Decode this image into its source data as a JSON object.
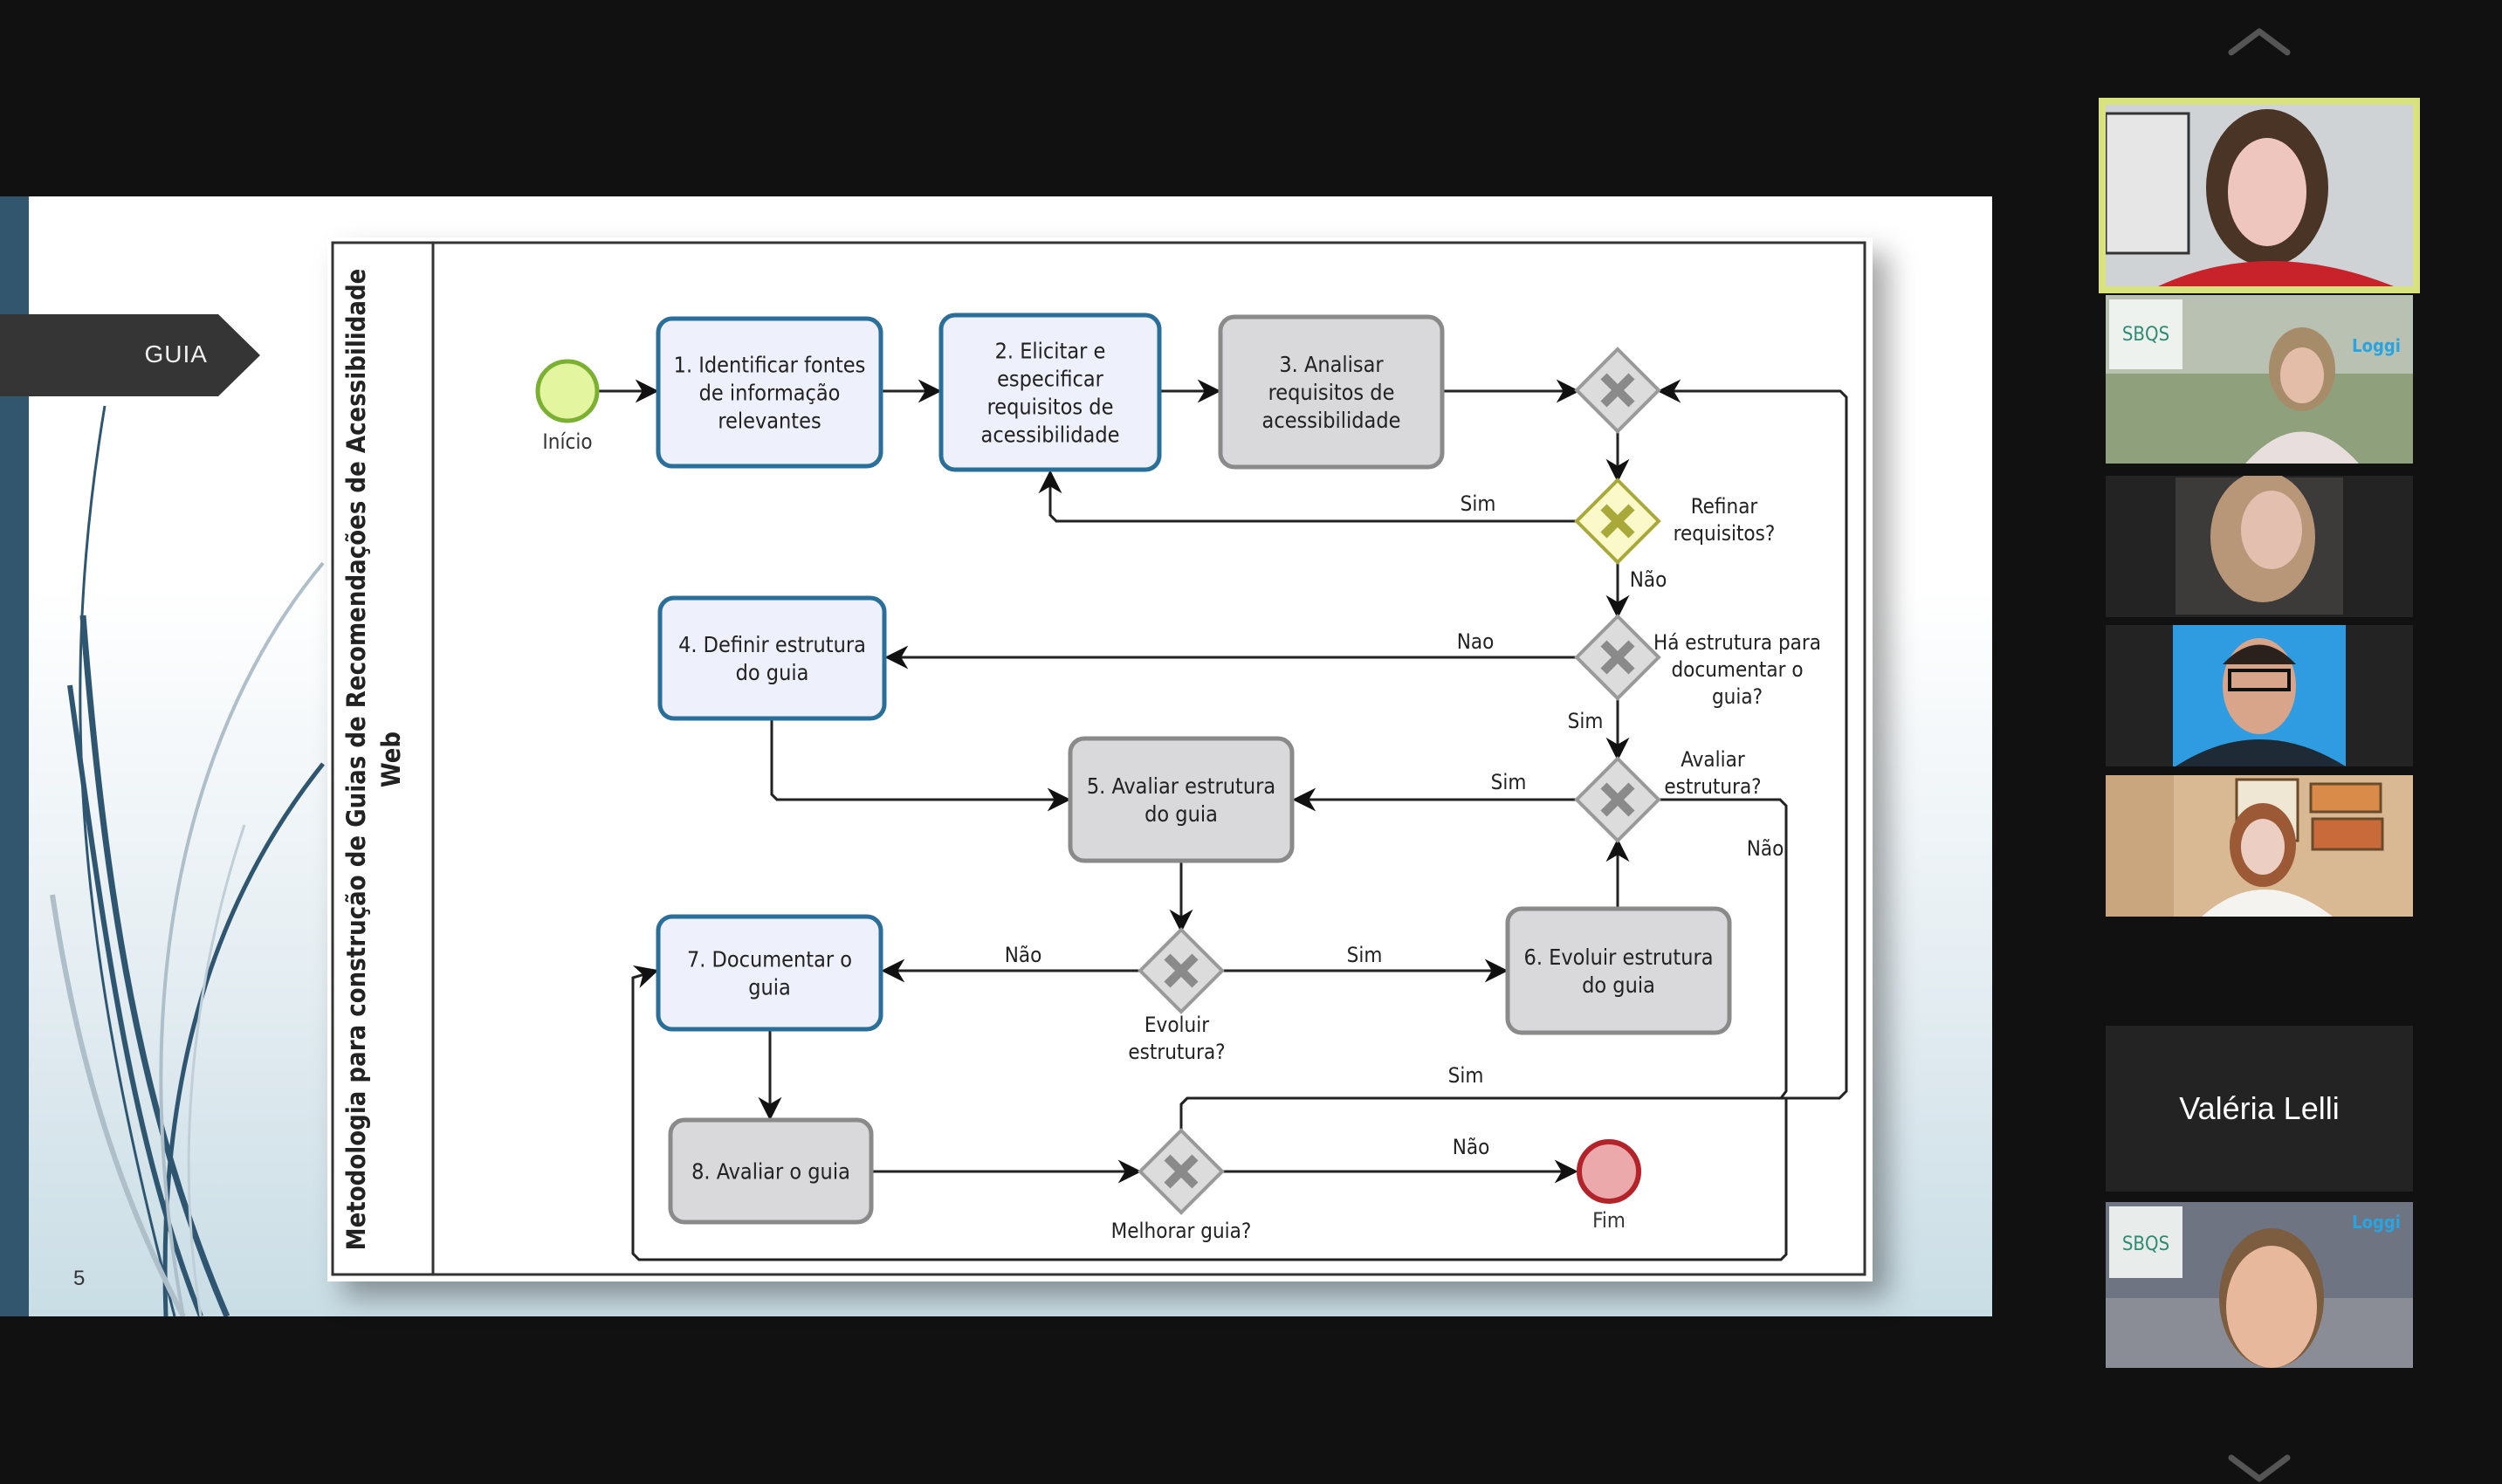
{
  "slide": {
    "section_tag": "GUIA",
    "page_number": "5",
    "diagram": {
      "lane_title_line1": "Metodologia para construção de Guias de Recomendações de Acessibilidade",
      "lane_title_line2": "Web",
      "start_label": "Início",
      "end_label": "Fim",
      "tasks": {
        "t1": [
          "1. Identificar fontes",
          "de informação",
          "relevantes"
        ],
        "t2": [
          "2. Elicitar e",
          "especificar",
          "requisitos de",
          "acessibilidade"
        ],
        "t3": [
          "3. Analisar",
          "requisitos de",
          "acessibilidade"
        ],
        "t4": [
          "4. Definir estrutura",
          "do  guia"
        ],
        "t5": [
          "5. Avaliar estrutura",
          "do guia"
        ],
        "t6": [
          "6. Evoluir estrutura",
          "do guia"
        ],
        "t7": [
          "7. Documentar o",
          "guia"
        ],
        "t8": [
          "8. Avaliar o guia"
        ]
      },
      "gateways": {
        "refinar": [
          "Refinar",
          "requisitos?"
        ],
        "ha_estrutura": [
          "Há estrutura para",
          "documentar o",
          "guia?"
        ],
        "avaliar": [
          "Avaliar",
          "estrutura?"
        ],
        "evoluir": [
          "Evoluir",
          "estrutura?"
        ],
        "melhorar": [
          "Melhorar guia?"
        ]
      },
      "flow_labels": {
        "refinar_sim": "Sim",
        "refinar_nao": "Não",
        "ha_nao": "Nao",
        "ha_sim": "Sim",
        "avaliar_sim": "Sim",
        "avaliar_nao": "Não",
        "evoluir_nao": "Não",
        "evoluir_sim": "Sim",
        "melhorar_sim": "Sim",
        "melhorar_nao": "Não"
      },
      "colors": {
        "task_blue_fill": "#eef0fc",
        "task_blue_stroke": "#2a6f9a",
        "task_gray_fill": "#d9d9db",
        "task_gray_stroke": "#8a8a8a",
        "start_fill": "#e4f5a0",
        "start_stroke": "#7bb033",
        "end_fill": "#eca9ab",
        "end_stroke": "#b3232a",
        "gateway_fill": "#dcdcdc",
        "gateway_yellow_fill": "#fbf8c9",
        "gateway_yellow_stroke": "#a9a93a"
      }
    }
  },
  "participants": [
    {
      "name": "",
      "video": "woman-dark-hair-red-top",
      "active_speaker": true
    },
    {
      "name": "",
      "video": "woman-sbqs-background",
      "active_speaker": false
    },
    {
      "name": "",
      "video": "woman-long-hair-photo",
      "active_speaker": false
    },
    {
      "name": "",
      "video": "man-glasses-blue-wall",
      "active_speaker": false
    },
    {
      "name": "",
      "video": "woman-glasses-posters",
      "active_speaker": false
    },
    {
      "name": "Valéria Lelli",
      "video": "",
      "active_speaker": false
    },
    {
      "name": "",
      "video": "woman-sbqs-bridge-background",
      "active_speaker": false
    }
  ],
  "controls": {
    "scroll_up_icon": "chevron-up-icon",
    "scroll_down_icon": "chevron-down-icon"
  }
}
